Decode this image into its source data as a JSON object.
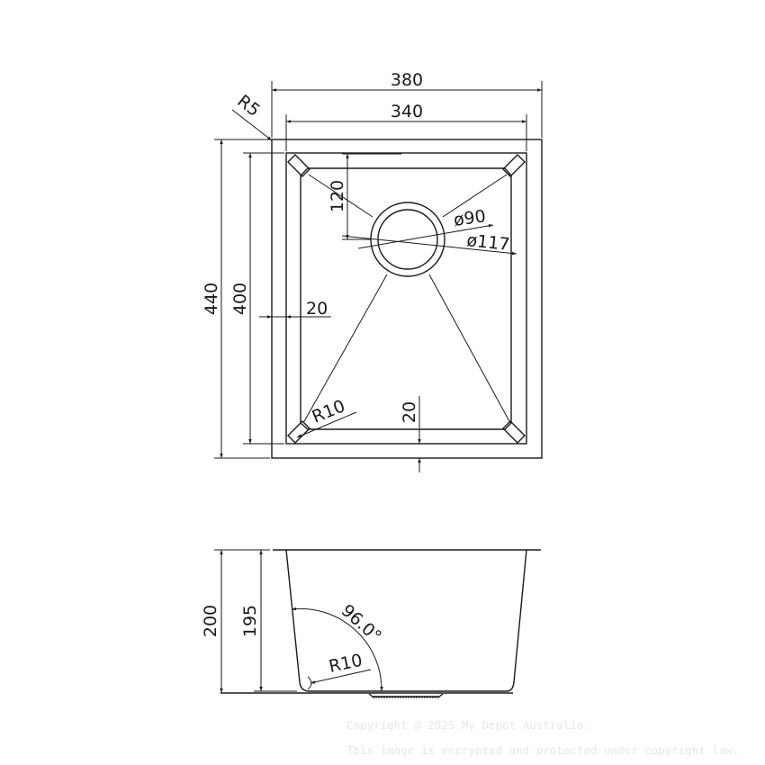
{
  "top_view": {
    "overall_width": "380",
    "bowl_width": "340",
    "overall_length": "440",
    "bowl_length": "400",
    "corner_radius_outer": "R5",
    "drain_offset_from_top": "120",
    "drain_inner_diameter": "ø90",
    "drain_outer_diameter": "ø117",
    "flange_side": "20",
    "flange_bottom": "20",
    "bowl_corner_radius": "R10"
  },
  "side_view": {
    "overall_depth": "200",
    "bowl_depth": "195",
    "wall_angle": "96.0°",
    "bottom_corner_radius": "R10"
  },
  "watermark": {
    "line1": "Copyright @ 2025 My Depot Australia.",
    "line2": "This image is encrypted and protected under copyright law."
  },
  "colors": {
    "line": "#1a1a1a",
    "background": "#ffffff",
    "watermark": "#e6e6e6"
  }
}
